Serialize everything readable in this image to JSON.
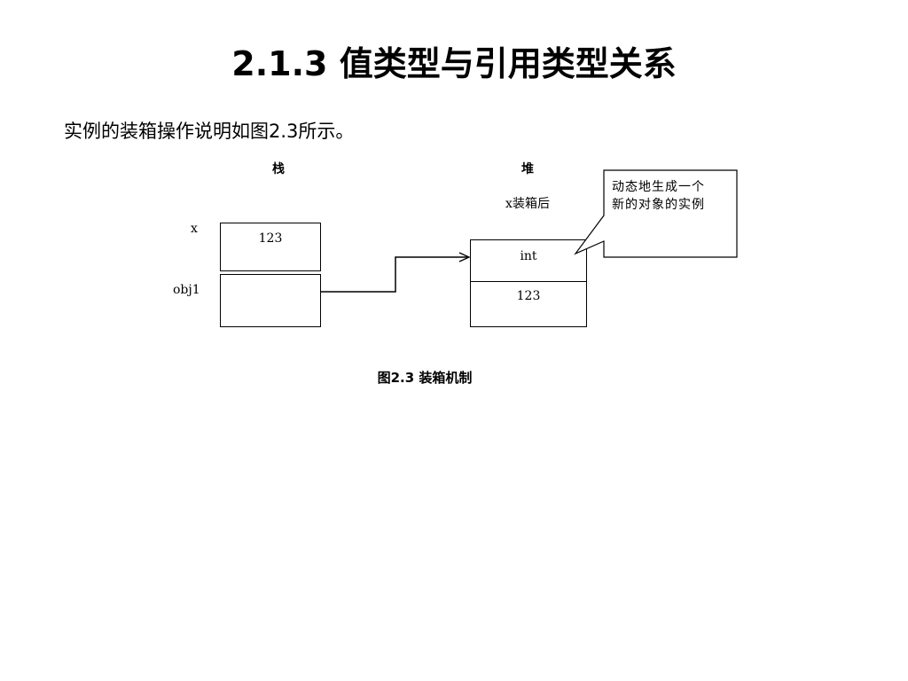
{
  "title": "2.1.3 值类型与引用类型关系",
  "intro": "实例的装箱操作说明如图2.3所示。",
  "diagram": {
    "stack_label": "栈",
    "heap_label": "堆",
    "heap_sublabel": "x装箱后",
    "var_x_label": "x",
    "var_obj1_label": "obj1",
    "stack_x_value": "123",
    "heap_type": "int",
    "heap_value": "123",
    "callout_line1": "动态地生成一个",
    "callout_line2": "新的对象的实例"
  },
  "caption": "图2.3  装箱机制"
}
